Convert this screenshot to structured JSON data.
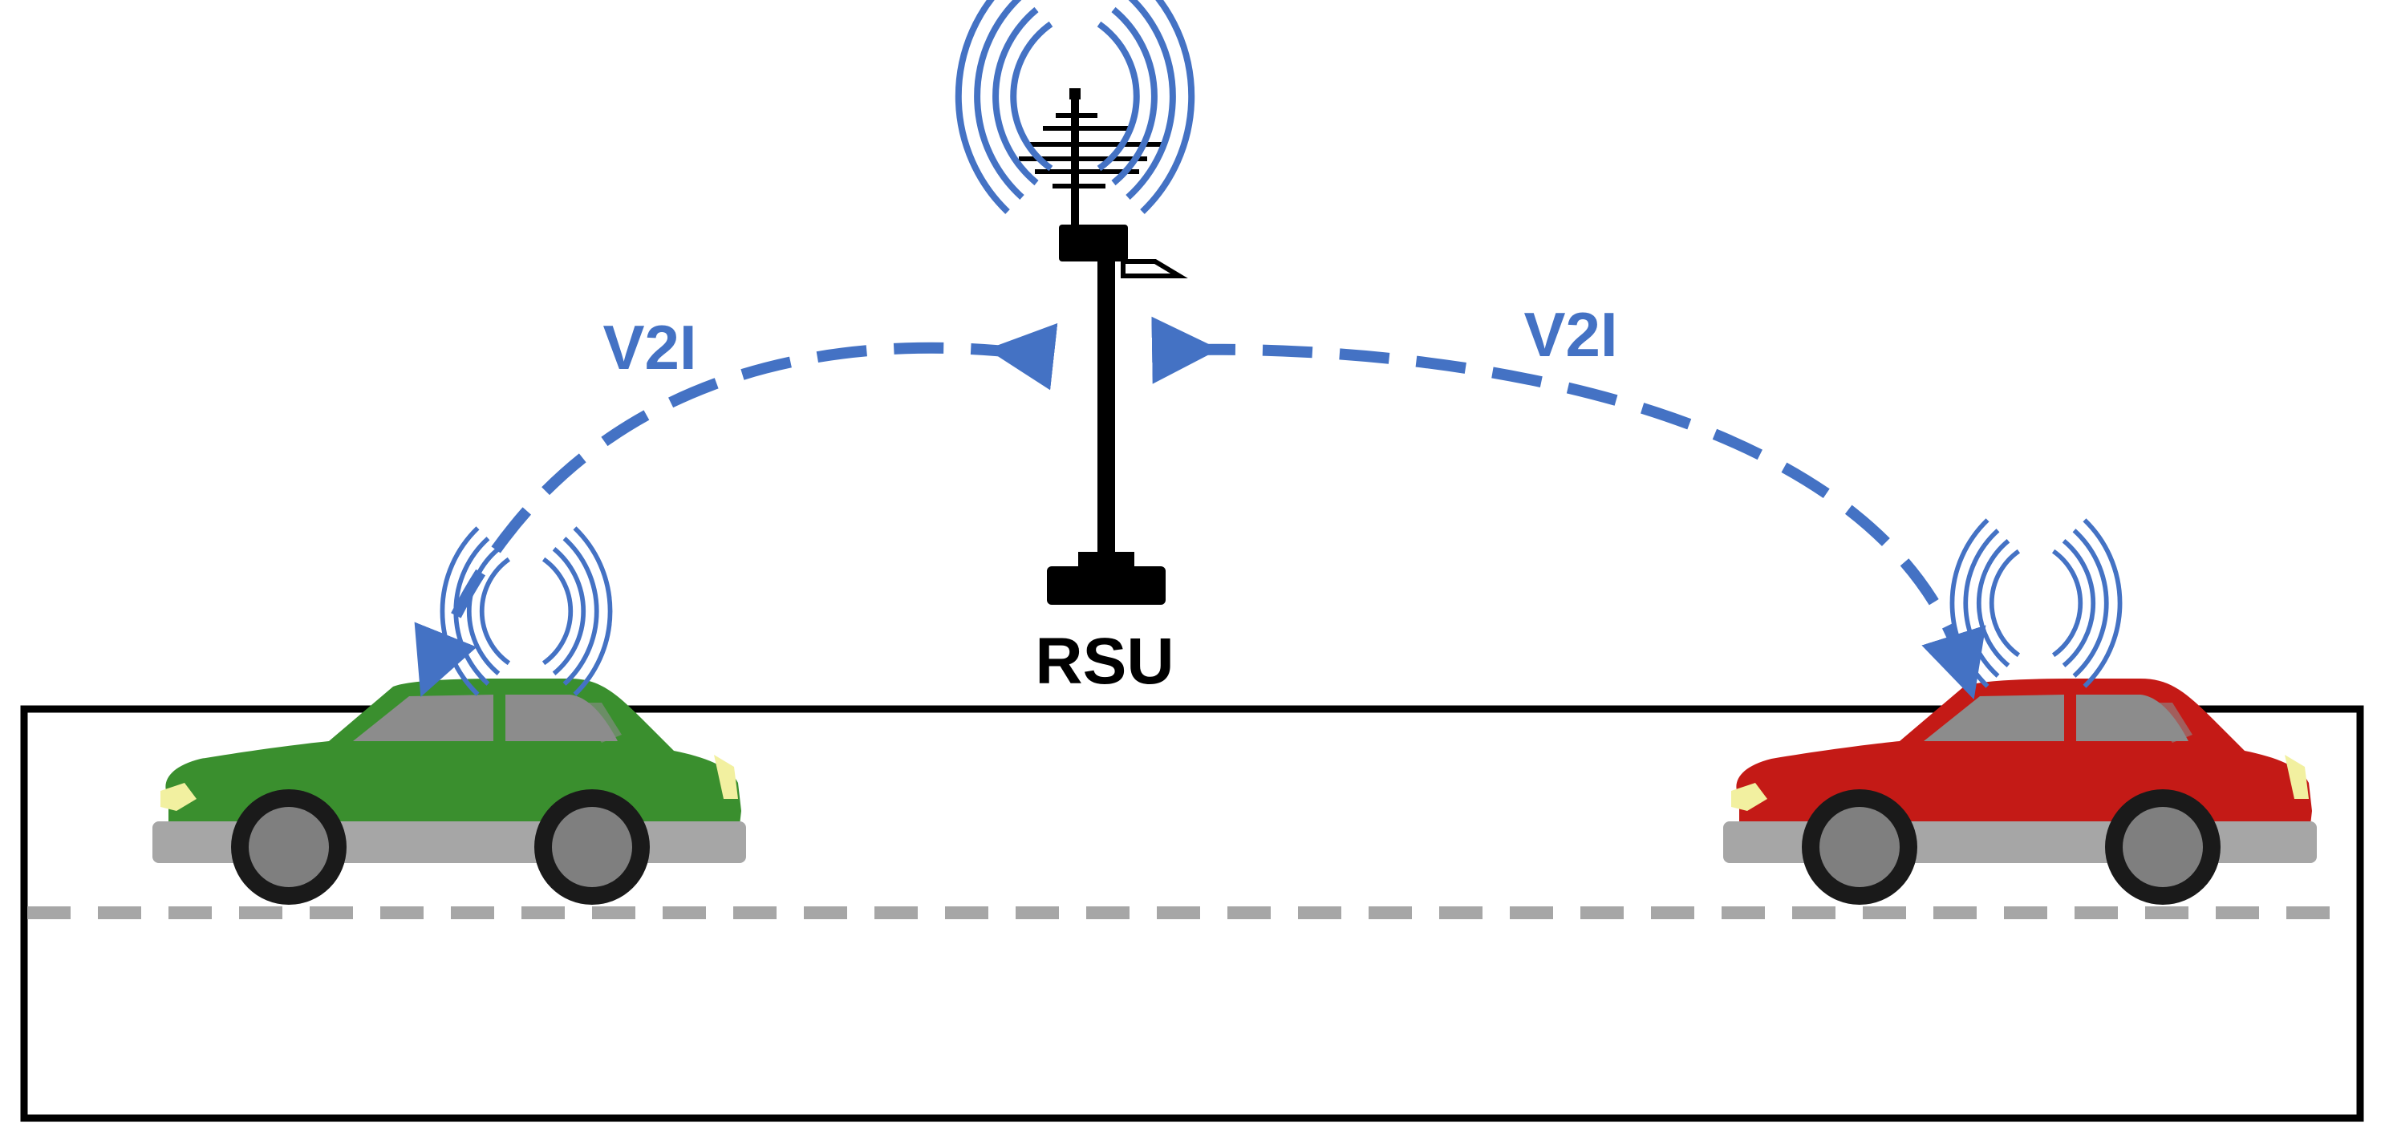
{
  "rsu": {
    "label": "RSU"
  },
  "links": [
    {
      "label": "V2I"
    },
    {
      "label": "V2I"
    }
  ],
  "colors": {
    "signal": "#4472c4",
    "road_outline": "#000000",
    "lane_marking": "#a6a6a6",
    "car_left_body": "#3a8f2e",
    "car_right_body": "#c41a16",
    "car_window": "#8c8c8c",
    "car_bumper": "#a6a6a6",
    "headlight": "#f2f0a0",
    "tower": "#000000"
  }
}
